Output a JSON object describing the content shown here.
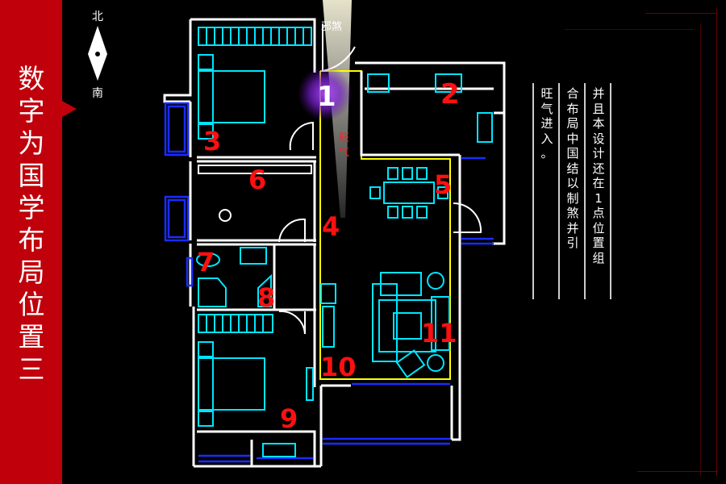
{
  "side_title": [
    "数",
    "字",
    "为",
    "国",
    "学",
    "布",
    "局",
    "位",
    "置",
    "三"
  ],
  "compass": {
    "north": "北",
    "south": "南"
  },
  "plan": {
    "labels": {
      "evil_qi": "邪煞",
      "prosperous_qi": "旺气",
      "n1": "1",
      "n2": "2",
      "n3": "3",
      "n4": "4",
      "n5": "5",
      "n6": "6",
      "n7": "7",
      "n8": "8",
      "n9": "9",
      "n10": "10",
      "n11": "11"
    }
  },
  "note": {
    "columns": [
      "并且本设计还在1点位置组",
      "合布局中国结以制煞并引",
      "旺气进入。"
    ]
  },
  "colors": {
    "accent_red": "#c0000b",
    "wall": "#ffffff",
    "furniture": "#00e5ff",
    "window": "#1a2cff",
    "zone_outline": "#ffff00",
    "number_red": "#ff1010",
    "glow": "#8a2be2"
  }
}
